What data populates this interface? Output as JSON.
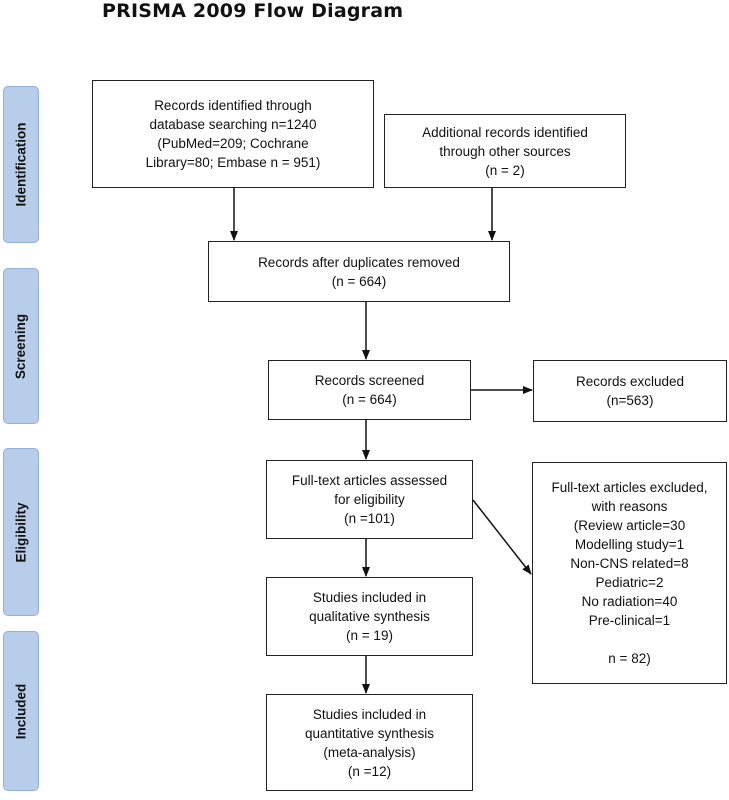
{
  "title": "PRISMA 2009 Flow Diagram",
  "stages": {
    "identification": "Identification",
    "screening": "Screening",
    "eligibility": "Eligibility",
    "included": "Included"
  },
  "boxes": {
    "database": [
      "Records identified through",
      "database searching n=1240",
      "(PubMed=209; Cochrane",
      "Library=80; Embase n = 951)"
    ],
    "other_sources": [
      "Additional records identified",
      "through other sources",
      "(n = 2)"
    ],
    "duplicates_removed": [
      "Records after duplicates removed",
      "(n = 664)"
    ],
    "screened": [
      "Records screened",
      "(n = 664)"
    ],
    "excluded": [
      "Records excluded",
      "(n=563)"
    ],
    "fulltext_assessed": [
      "Full-text articles assessed",
      "for eligibility",
      "(n =101)"
    ],
    "fulltext_excluded": [
      "Full-text articles excluded,",
      "with reasons",
      "(Review article=30",
      "Modelling study=1",
      "Non-CNS related=8",
      "Pediatric=2",
      "No radiation=40",
      "Pre-clinical=1",
      "",
      "n = 82)"
    ],
    "qualitative": [
      "Studies included in",
      "qualitative synthesis",
      "(n = 19)"
    ],
    "quantitative": [
      "Studies included in",
      "quantitative synthesis",
      "(meta-analysis)",
      "(n =12)"
    ]
  }
}
